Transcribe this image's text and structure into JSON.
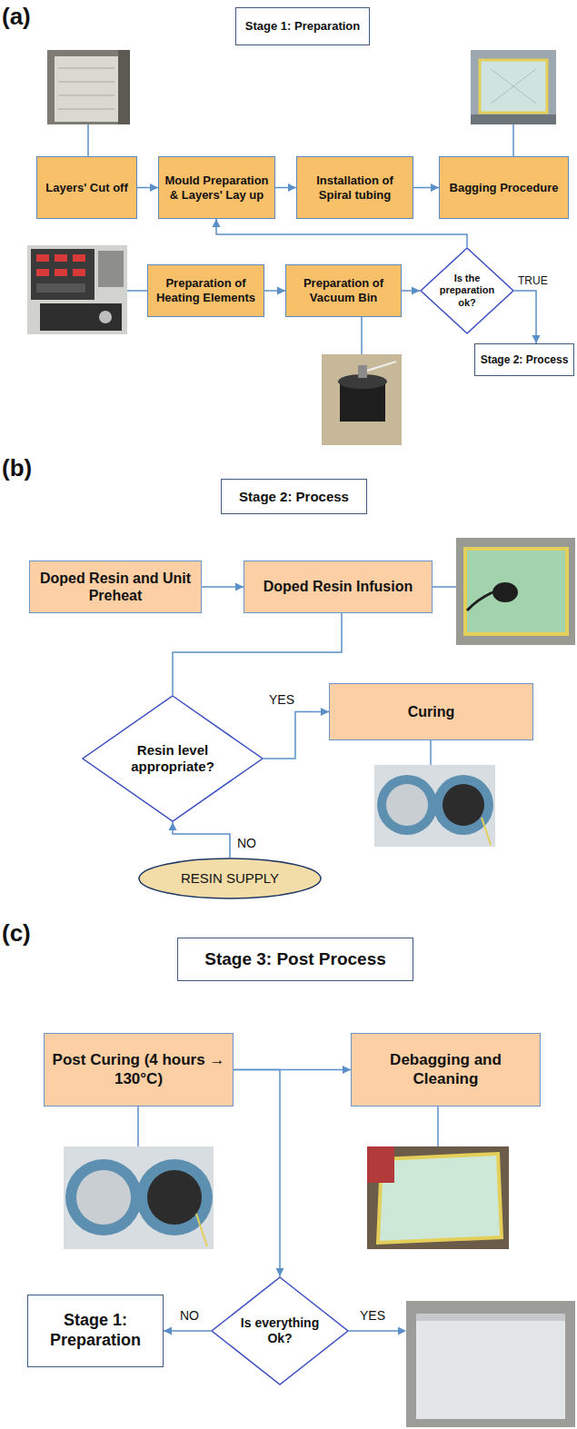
{
  "diagram": {
    "nodes": [
      {
        "text": [
          "Stage 1: Preparation"
        ]
      },
      {
        "text": [
          "Layers' Cut off"
        ]
      },
      {
        "text": [
          "Mould Preparation & Layers' Lay up"
        ]
      },
      {
        "text": [
          "Installation of Spiral tubing"
        ]
      },
      {
        "text": [
          "Bagging Procedure"
        ]
      },
      {
        "text": [
          "Preparation of Heating Elements"
        ]
      },
      {
        "text": [
          "Preparation of Vacuum Bin"
        ]
      },
      {
        "text": [
          "Is the preparation ok?"
        ]
      },
      {
        "text": [
          "Stage 2: Process"
        ]
      },
      {
        "text": [
          "Stage 2: Process"
        ]
      },
      {
        "text": [
          "Doped Resin and Unit Preheat"
        ]
      },
      {
        "text": [
          "Doped Resin Infusion"
        ]
      },
      {
        "text": [
          "Resin level appropriate?"
        ]
      },
      {
        "text": [
          "Curing"
        ]
      },
      {
        "text": [
          "RESIN SUPPLY"
        ]
      },
      {
        "text": [
          "Stage 3: Post Process"
        ]
      },
      {
        "text": [
          "Post Curing (4 hours → 130°C)"
        ]
      },
      {
        "text": [
          "Debagging and Cleaning"
        ]
      },
      {
        "text": [
          "Stage 1: Preparation"
        ]
      },
      {
        "text": [
          "Is everything Ok?"
        ]
      }
    ],
    "edges": [
      {
        "from": 1,
        "to": 2,
        "arrow": "to"
      },
      {
        "from": 2,
        "to": 3,
        "arrow": "to"
      },
      {
        "from": 3,
        "to": 4,
        "arrow": "to"
      },
      {
        "from": 5,
        "to": 6,
        "arrow": "to"
      },
      {
        "from": 6,
        "to": 7,
        "arrow": "to"
      },
      {
        "from": 7,
        "to": 8,
        "label": "TRUE",
        "arrow": "to"
      },
      {
        "from": 7,
        "to": 2,
        "arrow": "to"
      },
      {
        "from": 10,
        "to": 11,
        "arrow": "to"
      },
      {
        "from": 11,
        "to": 12,
        "arrow": "none"
      },
      {
        "from": 12,
        "to": 13,
        "label": "YES",
        "arrow": "to"
      },
      {
        "from": 14,
        "to": 12,
        "label": "NO",
        "arrow": "to"
      },
      {
        "from": 16,
        "to": 17,
        "arrow": "to"
      },
      {
        "from": 16,
        "to": 19,
        "arrow": "to"
      },
      {
        "from": 19,
        "to": 18,
        "label": "NO",
        "arrow": "to"
      }
    ],
    "labels": [
      "(a)",
      "(b)",
      "(c)",
      "YES"
    ]
  }
}
